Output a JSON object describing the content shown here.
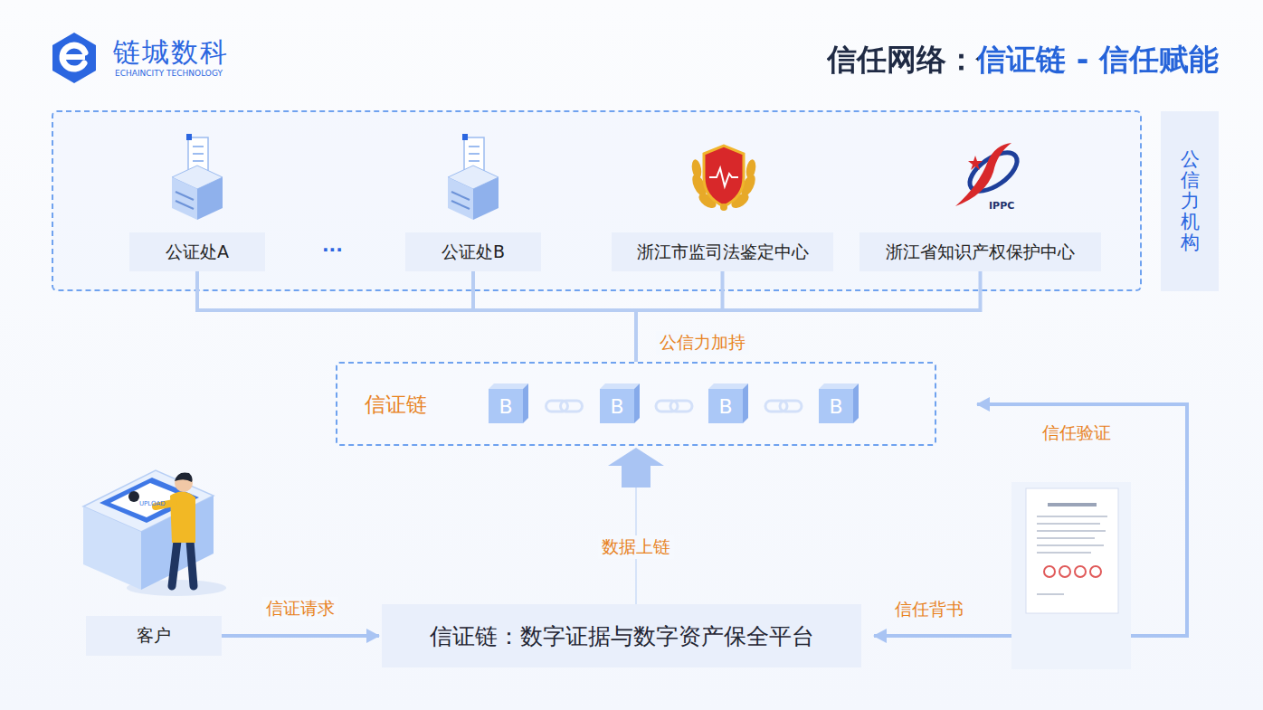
{
  "diagram": {
    "title": "信任网络：信证链 - 信任赋能",
    "nodes": [
      {
        "text": [
          "公证处A"
        ]
      },
      {
        "text": [
          "公证处B"
        ]
      },
      {
        "text": [
          "浙江市监司法鉴定中心"
        ]
      },
      {
        "text": [
          "浙江省知识产权保护中心"
        ]
      },
      {
        "text": [
          "公信力机构"
        ]
      },
      {
        "text": [
          "信证链"
        ]
      },
      {
        "text": [
          "B"
        ],
        "in": 5
      },
      {
        "text": [
          "B"
        ],
        "in": 5
      },
      {
        "text": [
          "B"
        ],
        "in": 5
      },
      {
        "text": [
          "B"
        ],
        "in": 5
      },
      {
        "text": [
          "客户"
        ]
      },
      {
        "text": [
          "信证链：数字证据与数字资产保全平台"
        ]
      }
    ],
    "edges": [
      {
        "from": 0,
        "to": 5,
        "arrow": "none",
        "label": "公信力加持"
      },
      {
        "from": 1,
        "to": 5,
        "arrow": "none"
      },
      {
        "from": 2,
        "to": 5,
        "arrow": "none"
      },
      {
        "from": 3,
        "to": 5,
        "arrow": "none"
      },
      {
        "from": 6,
        "to": 7,
        "arrow": "none"
      },
      {
        "from": 7,
        "to": 8,
        "arrow": "none"
      },
      {
        "from": 8,
        "to": 9,
        "arrow": "none"
      },
      {
        "from": 11,
        "to": 5,
        "arrow": "to",
        "label": "数据上链"
      },
      {
        "from": 10,
        "to": 11,
        "arrow": "to",
        "label": "信证请求"
      }
    ],
    "labels": [
      "链城数科",
      "ECHAINCITY TECHNOLOGY",
      "···",
      "IPPC",
      "UPLOAD",
      "信任验证",
      "信任背书"
    ]
  }
}
